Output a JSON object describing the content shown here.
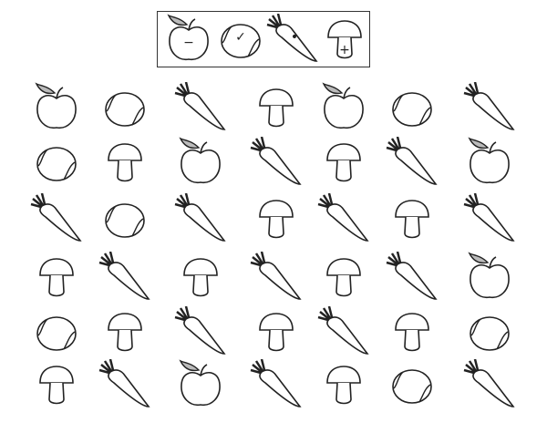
{
  "legend": [
    {
      "kind": "apple",
      "mark": "−"
    },
    {
      "kind": "ball",
      "mark": "✓"
    },
    {
      "kind": "carrot",
      "mark": "•"
    },
    {
      "kind": "mushroom",
      "mark": "+"
    }
  ],
  "grid": [
    [
      "apple",
      "ball",
      "carrot",
      "mushroom",
      "apple",
      "ball",
      "carrot"
    ],
    [
      "ball",
      "mushroom",
      "apple",
      "carrot",
      "mushroom",
      "carrot",
      "apple"
    ],
    [
      "carrot",
      "ball",
      "carrot",
      "mushroom",
      "carrot",
      "mushroom",
      "carrot"
    ],
    [
      "mushroom",
      "carrot",
      "mushroom",
      "carrot",
      "mushroom",
      "carrot",
      "apple"
    ],
    [
      "ball",
      "mushroom",
      "carrot",
      "mushroom",
      "carrot",
      "mushroom",
      "ball"
    ],
    [
      "mushroom",
      "carrot",
      "apple",
      "carrot",
      "mushroom",
      "ball",
      "carrot"
    ]
  ]
}
